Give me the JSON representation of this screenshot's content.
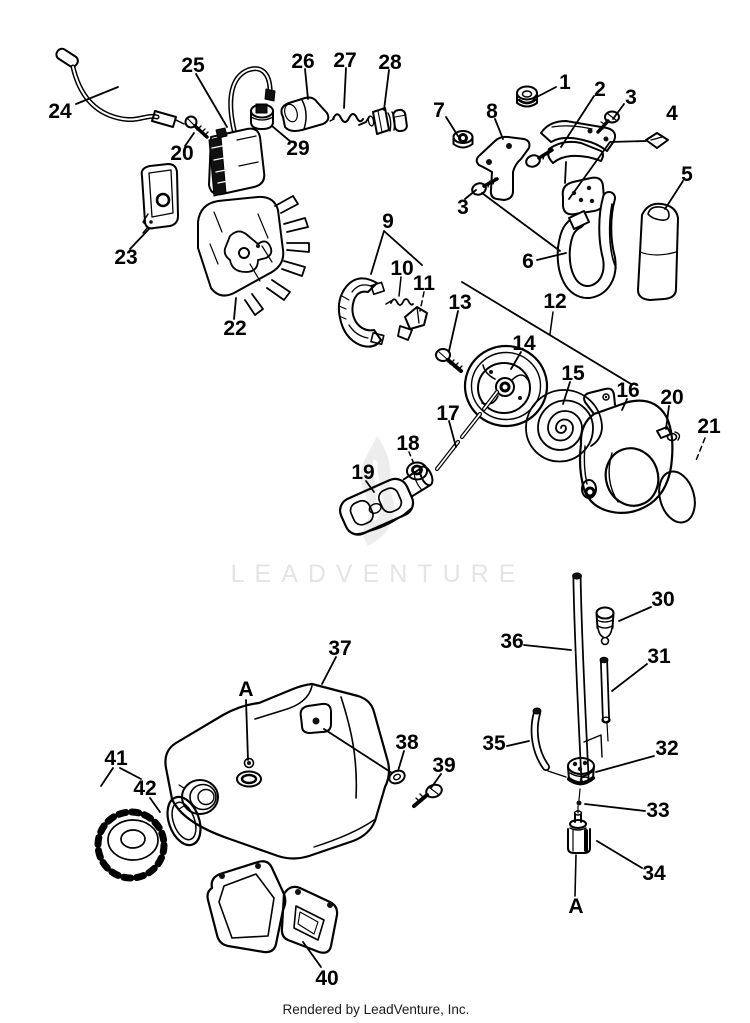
{
  "watermark": {
    "text": "LEADVENTURE"
  },
  "footer": {
    "text": "Rendered by LeadVenture, Inc."
  },
  "colors": {
    "ink": "#000000",
    "watermark_gray": "#e4e4e4"
  },
  "callouts": {
    "n1": "1",
    "n2": "2",
    "n3a": "3",
    "n3b": "3",
    "n4": "4",
    "n5": "5",
    "n6": "6",
    "n7": "7",
    "n8": "8",
    "n9": "9",
    "n10": "10",
    "n11": "11",
    "n12": "12",
    "n13": "13",
    "n14": "14",
    "n15": "15",
    "n16": "16",
    "n17": "17",
    "n18": "18",
    "n19": "19",
    "n20a": "20",
    "n20b": "20",
    "n21": "21",
    "n22": "22",
    "n23": "23",
    "n24": "24",
    "n25": "25",
    "n26": "26",
    "n27": "27",
    "n28": "28",
    "n29": "29",
    "n30": "30",
    "n31": "31",
    "n32": "32",
    "n33": "33",
    "n34": "34",
    "n35": "35",
    "n36": "36",
    "n37": "37",
    "n38": "38",
    "n39": "39",
    "n40": "40",
    "n41": "41",
    "n42": "42",
    "aTank": "A",
    "aFilter": "A"
  }
}
